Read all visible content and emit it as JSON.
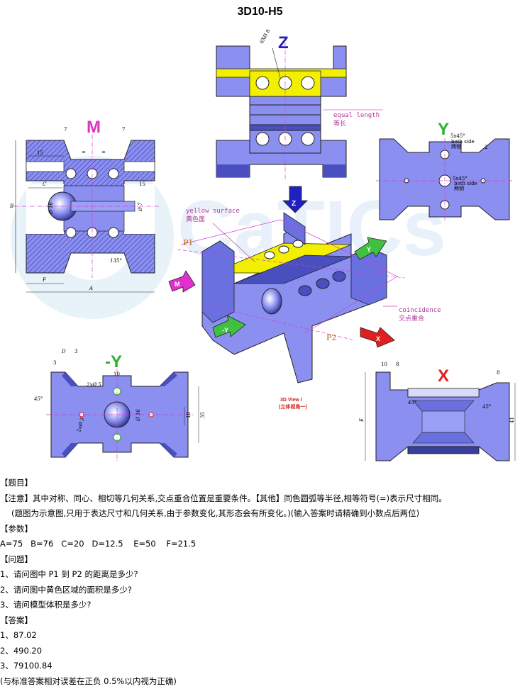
{
  "title": "3D10-H5",
  "drawing": {
    "view_letters": {
      "z": "Z",
      "m": "M",
      "y": "Y",
      "neg_y": "-Y",
      "x": "X"
    },
    "annotations": {
      "six_holes": "6XØ 8",
      "equal_length_en": "equal length",
      "equal_length_zh": "等长",
      "yellow_surface_en": "yellow surface",
      "yellow_surface_zh": "黄色面",
      "p1": "P1",
      "p2": "P2",
      "coincidence_en": "coincidence",
      "coincidence_zh": "交点重合",
      "view3d_en": "3D View I",
      "view3d_zh": "(立体视角一)",
      "chamfer_y_top": "5x45°",
      "both_side_top_en": "both side",
      "both_side_top_zh": "两侧",
      "chamfer_y_mid": "5x45°",
      "both_side_mid_en": "both side",
      "both_side_mid_zh": "两侧",
      "dim_2": "2",
      "m_7_left": "7",
      "m_7_right": "7",
      "m_15_left": "15",
      "m_15_right": "15",
      "m_c": "C",
      "m_b": "B",
      "m_d16": "Ø 16",
      "m_d7": "Ø 7",
      "m_135": "135°",
      "m_f": "F",
      "m_a": "A",
      "m_eq": "=",
      "ny_d": "D",
      "ny_3a": "3",
      "ny_3b": "3",
      "ny_45": "45°",
      "ny_10": "10",
      "ny_2x5": "2xØ 5",
      "ny_2x3": "2xØ 3",
      "ny_d16": "Ø 16",
      "ny_18": "18",
      "ny_35": "35",
      "x_10": "10",
      "x_8a": "8",
      "x_8b": "8",
      "x_45a": "45°",
      "x_45b": "45°",
      "x_e": "E",
      "x_41": "41"
    }
  },
  "colors": {
    "body_blue": "#8a8ff0",
    "dark_blue": "#4a4fc0",
    "yellow": "#f2f000",
    "hatch": "#3a40b0",
    "magenta": "#d040d0",
    "green": "#40c040",
    "red": "#e02020"
  },
  "text": {
    "h_topic": "【题目】",
    "note": "【注意】其中对称、同心、相切等几何关系,交点重合位置是重要条件。【其他】同色圆弧等半径,相等符号(=)表示尺寸相同。",
    "note2": "(题图为示意图,只用于表达尺寸和几何关系,由于参数变化,其形态会有所变化。)(输入答案时请精确到小数点后两位)",
    "h_params": "【参数】",
    "params": "A=75   B=76   C=20   D=12.5    E=50    F=21.5",
    "h_questions": "【问题】",
    "q1": "1、请问图中 P1 到 P2 的距离是多少?",
    "q2": "2、请问图中黄色区域的面积是多少?",
    "q3": "3、请问模型体积是多少?",
    "h_answers": "【答案】",
    "a1": "1、87.02",
    "a2": "2、490.20",
    "a3": "3、79100.84",
    "tolerance": "(与标准答案相对误差在正负 0.5%以内视为正确)"
  }
}
